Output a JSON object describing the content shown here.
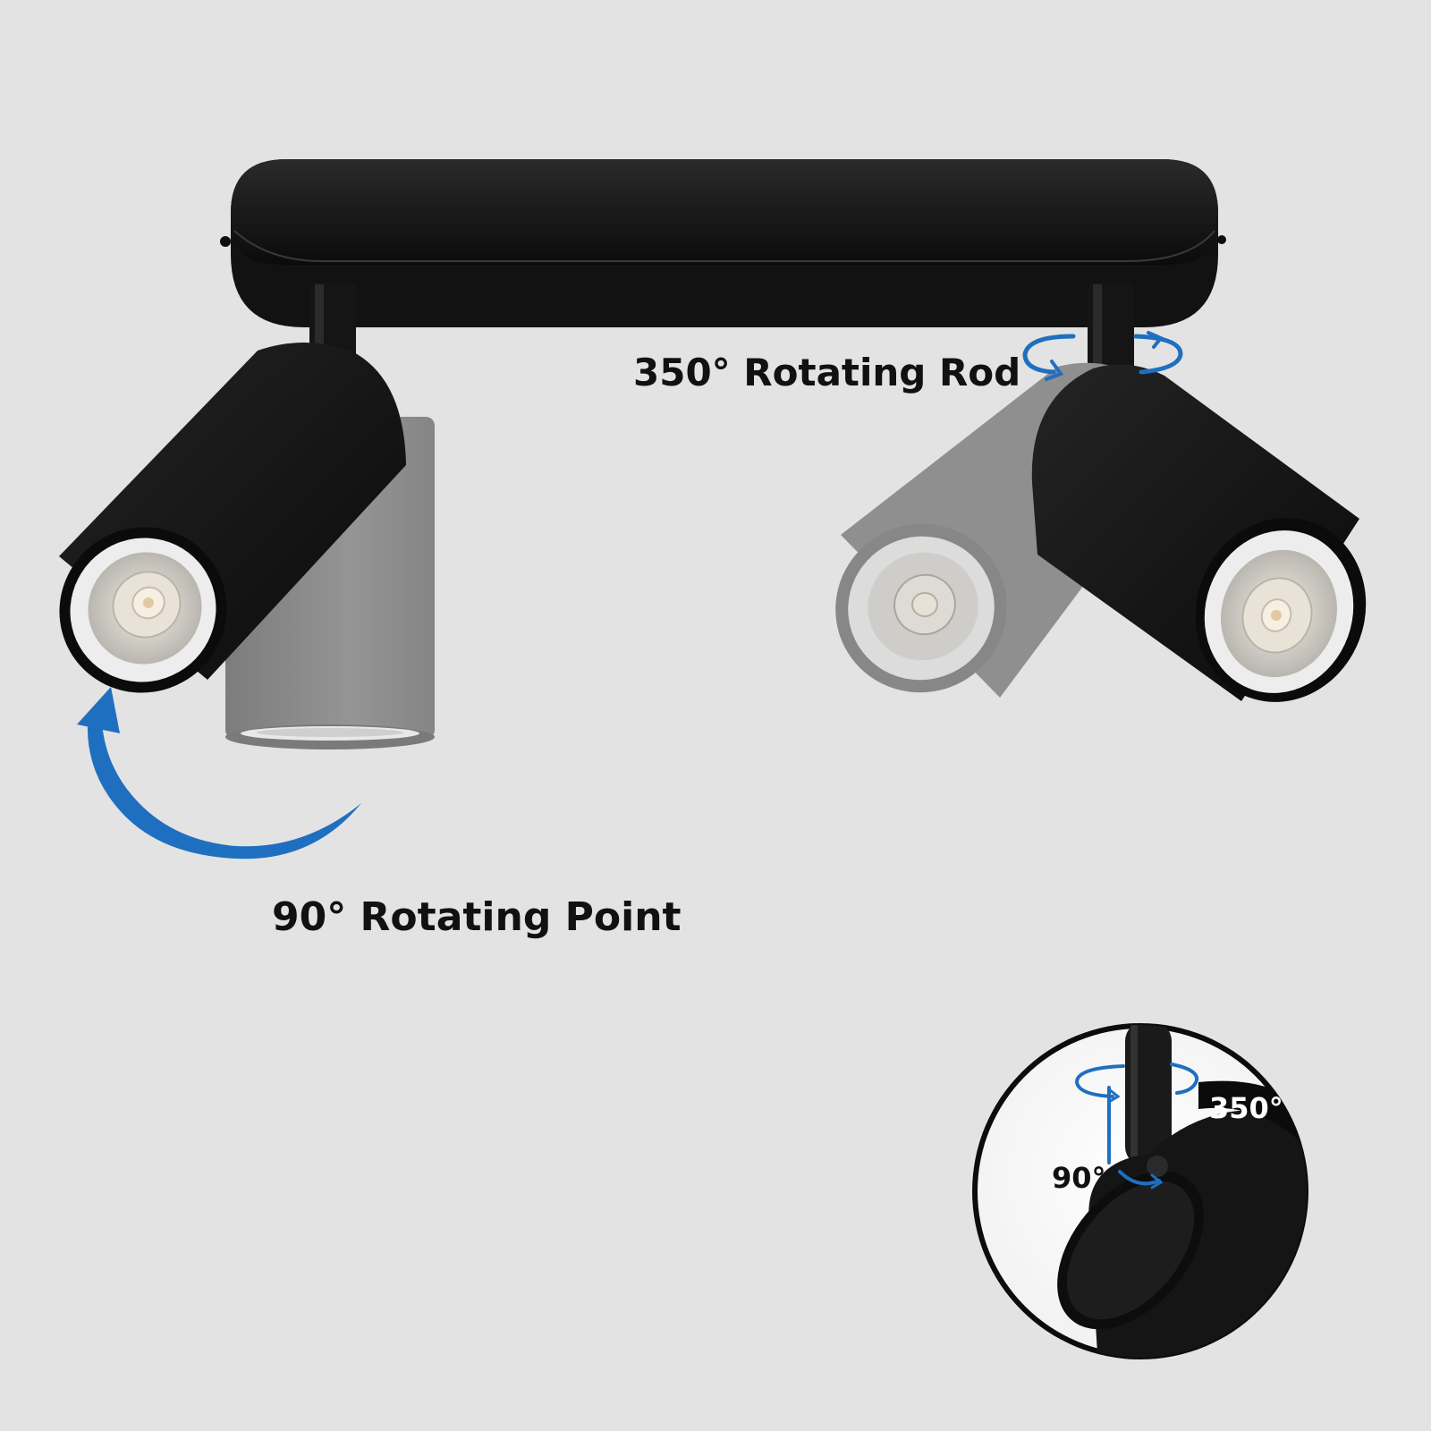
{
  "labels": {
    "rod": "350° Rotating Rod",
    "point": "90° Rotating Point",
    "inset_rod": "350°",
    "inset_point": "90°"
  },
  "colors": {
    "background": "#e3e3e3",
    "fixture": "#111111",
    "ghost": "#8e8e8e",
    "arrow": "#1f6fc0",
    "text": "#111111"
  },
  "icons": {
    "rotation_arrow": "curved-arrow-icon",
    "rod_rotation": "rotation-ring-icon"
  }
}
